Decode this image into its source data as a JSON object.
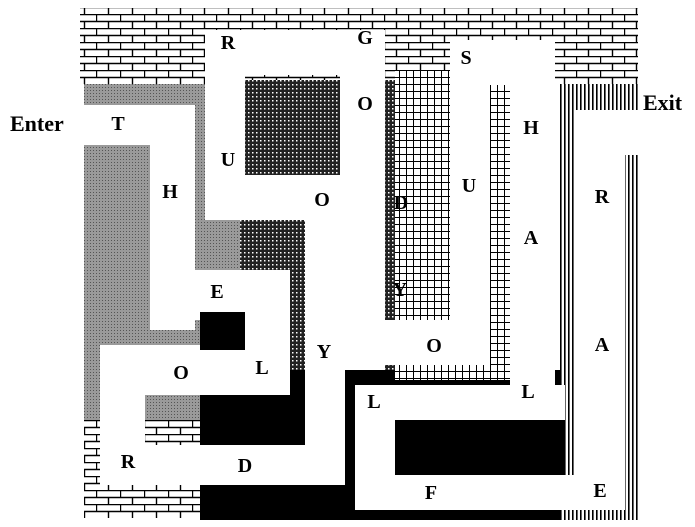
{
  "maze": {
    "enter_label": "Enter",
    "exit_label": "Exit",
    "letters": [
      "T",
      "H",
      "E",
      "O",
      "L",
      "R",
      "D",
      "R",
      "U",
      "O",
      "Y",
      "G",
      "O",
      "D",
      "Y",
      "O",
      "L",
      "F",
      "S",
      "U",
      "H",
      "A",
      "L",
      "R",
      "A",
      "E"
    ]
  }
}
